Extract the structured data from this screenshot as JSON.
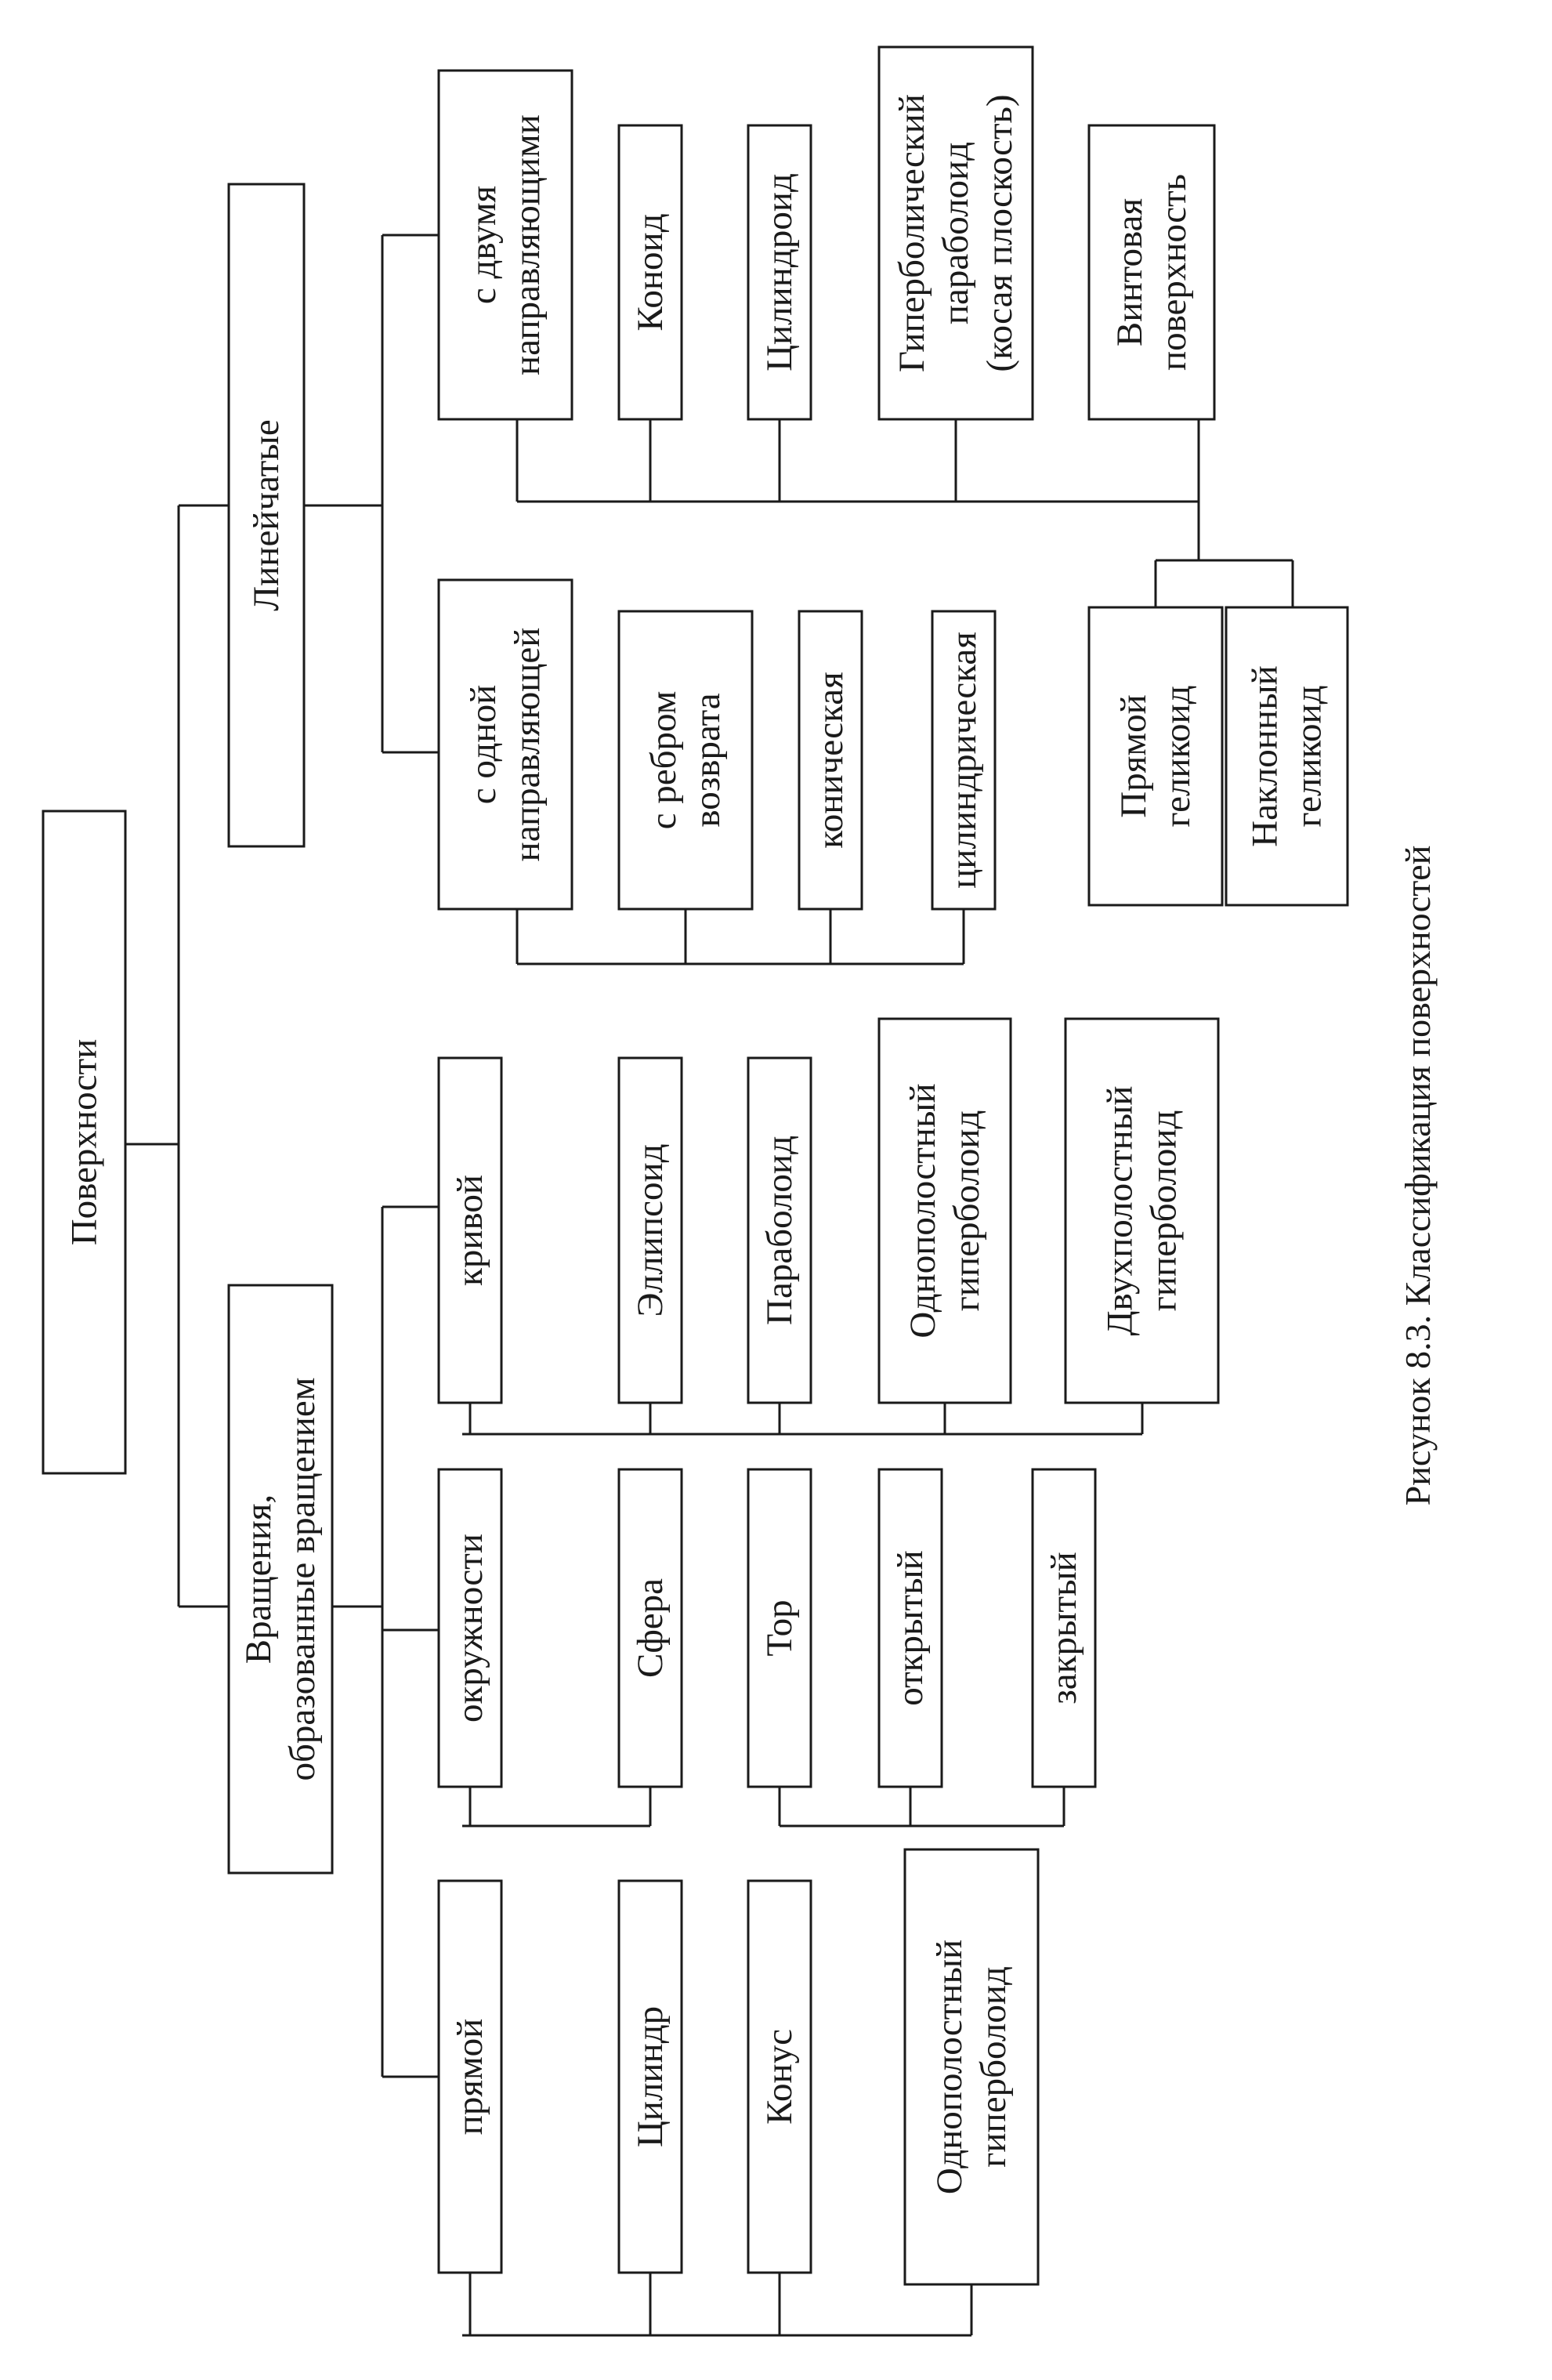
{
  "diagram": {
    "root": "Поверхности",
    "branches": {
      "rotation": [
        "Вращения,",
        "образованные вращением"
      ],
      "ruled": "Линейчатые"
    },
    "rotation_groups": {
      "straight": {
        "label": "прямой",
        "items": [
          "Цилиндр",
          "Конус",
          [
            "Однополостный",
            "гиперболоид"
          ]
        ]
      },
      "circle": {
        "label": "окружности",
        "items": [
          "Сфера",
          "Тор"
        ],
        "torus_kinds": [
          "открытый",
          "закрытый"
        ]
      },
      "curve": {
        "label": "кривой",
        "items": [
          "Эллипсоид",
          "Параболоид",
          [
            "Однополостный",
            "гиперболоид"
          ],
          [
            "Двухполостный",
            "гиперболоид"
          ]
        ]
      }
    },
    "ruled_groups": {
      "one_directrix": {
        "label": [
          "с одной",
          "направляющей"
        ],
        "items": [
          [
            "с ребром",
            "возврата"
          ],
          "коническая",
          "цилиндрическая"
        ]
      },
      "two_directrices": {
        "label": [
          "с двумя",
          "направляющими"
        ],
        "items": [
          "Коноид",
          "Цилиндроид",
          [
            "Гиперболический",
            "параболоид",
            "(косая плоскость)"
          ],
          [
            "Винтовая",
            "поверхность"
          ]
        ],
        "helicoids": [
          [
            "Прямой",
            "геликоид"
          ],
          [
            "Наклонный",
            "геликоид"
          ]
        ]
      }
    }
  },
  "caption": "Рисунок 8.3. Классификация поверхностей"
}
